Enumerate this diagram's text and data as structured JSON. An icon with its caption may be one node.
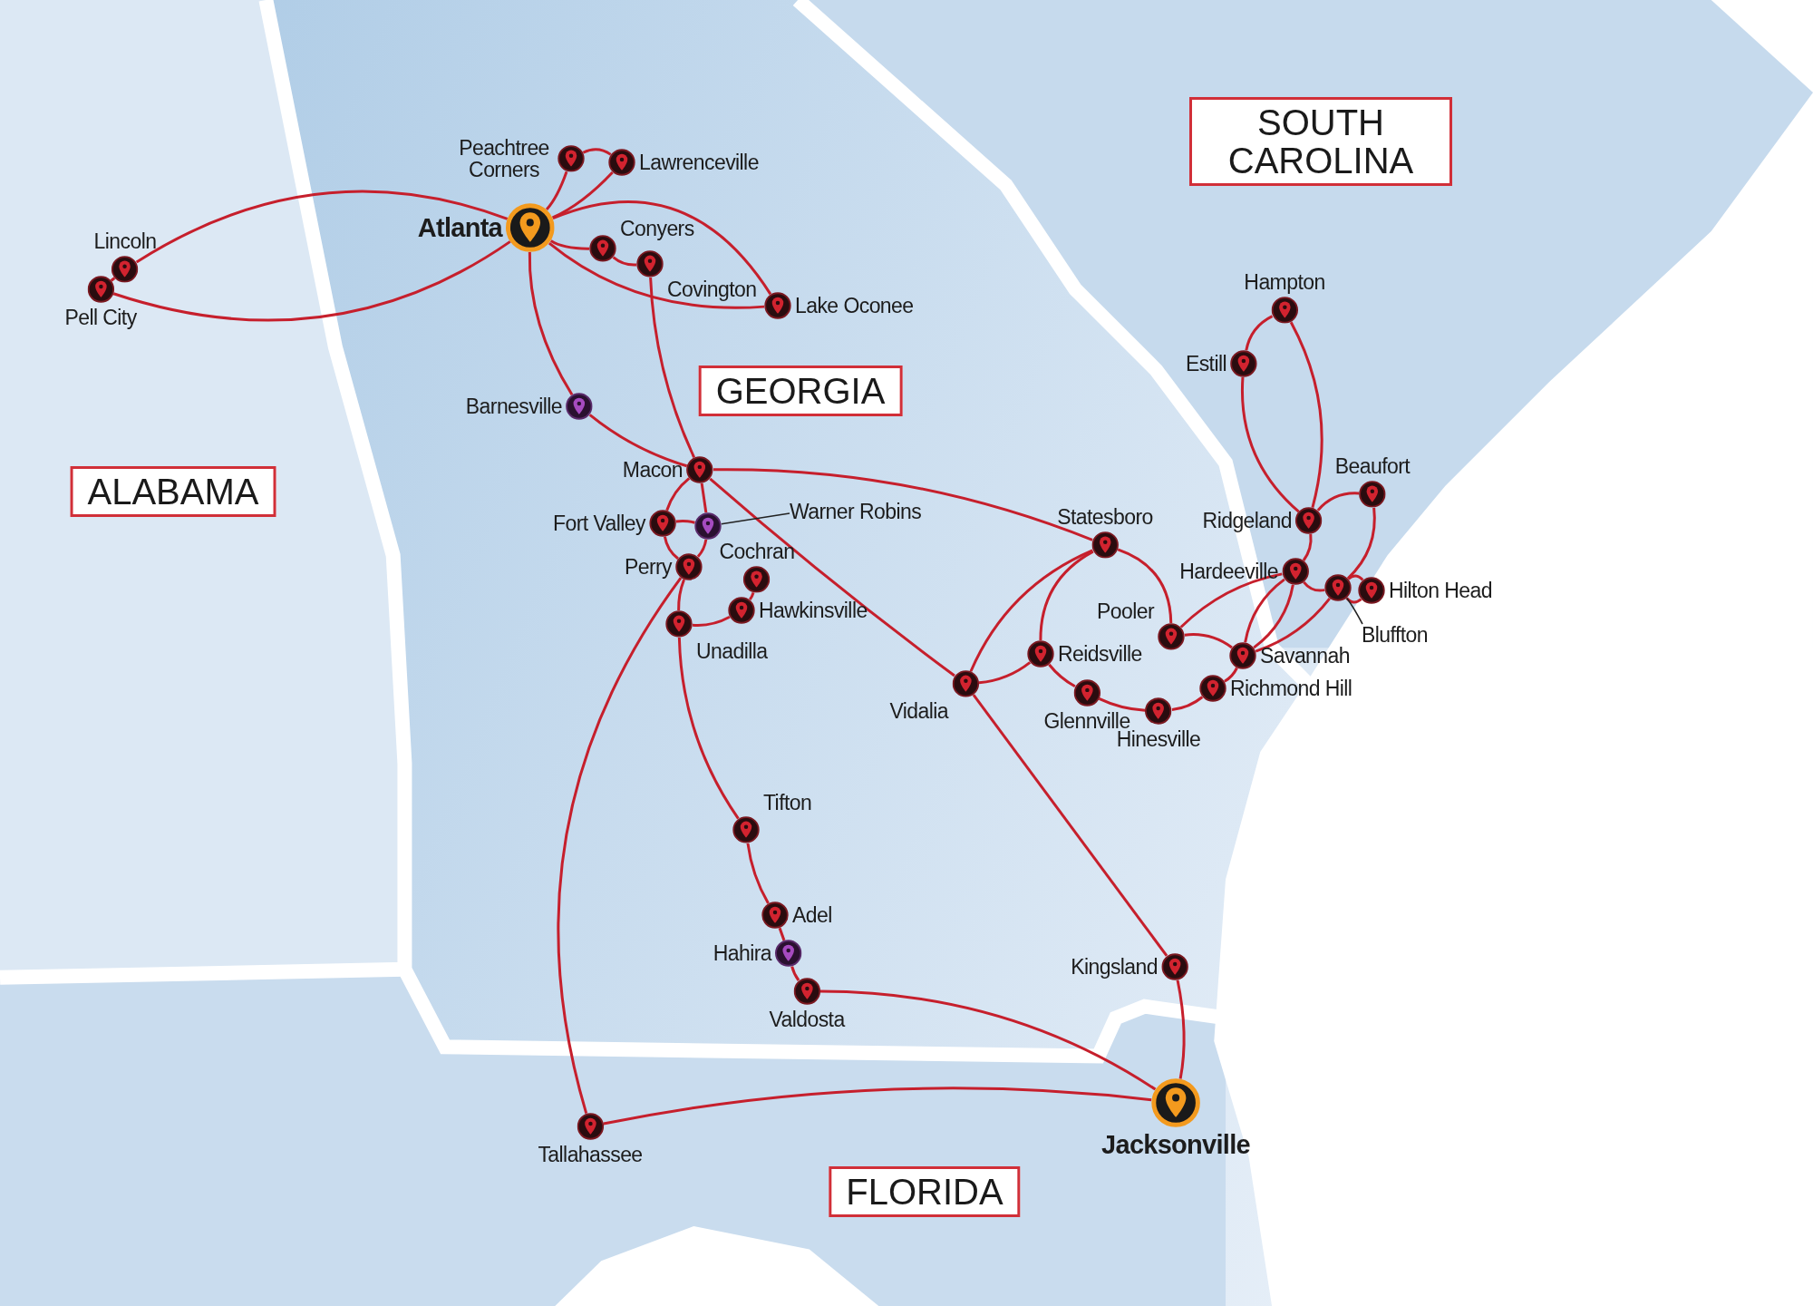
{
  "diagram": {
    "nodes": [
      {
        "text": [
          "Atlanta"
        ]
      },
      {
        "text": [
          "Peachtree Corners"
        ]
      },
      {
        "text": [
          "Lawrenceville"
        ]
      },
      {
        "text": [
          "Lincoln"
        ]
      },
      {
        "text": [
          "Pell City"
        ]
      },
      {
        "text": [
          "Conyers"
        ]
      },
      {
        "text": [
          "Covington"
        ]
      },
      {
        "text": [
          "Lake Oconee"
        ]
      },
      {
        "text": [
          "Barnesville"
        ]
      },
      {
        "text": [
          "Macon"
        ]
      },
      {
        "text": [
          "Fort Valley"
        ]
      },
      {
        "text": [],
        "shape": "pin"
      },
      {
        "text": [
          "Perry"
        ]
      },
      {
        "text": [
          "Cochran"
        ]
      },
      {
        "text": [
          "Hawkinsville"
        ]
      },
      {
        "text": [
          "Unadilla"
        ]
      },
      {
        "text": [
          "Tifton"
        ]
      },
      {
        "text": [
          "Adel"
        ]
      },
      {
        "text": [
          "Hahira"
        ]
      },
      {
        "text": [
          "Valdosta"
        ]
      },
      {
        "text": [
          "Tallahassee"
        ]
      },
      {
        "text": [
          "Jacksonville"
        ]
      },
      {
        "text": [
          "Kingsland"
        ]
      },
      {
        "text": [
          "Vidalia"
        ]
      },
      {
        "text": [
          "Statesboro"
        ]
      },
      {
        "text": [
          "Reidsville"
        ]
      },
      {
        "text": [
          "Glennville"
        ]
      },
      {
        "text": [
          "Hinesville"
        ]
      },
      {
        "text": [
          "Richmond Hill"
        ]
      },
      {
        "text": [
          "Savannah"
        ]
      },
      {
        "text": [
          "Pooler"
        ]
      },
      {
        "text": [
          "Hardeeville"
        ]
      },
      {
        "text": [
          "Ridgeland"
        ]
      },
      {
        "text": [
          "Beaufort"
        ]
      },
      {
        "text": [],
        "shape": "pin"
      },
      {
        "text": [
          "Hilton Head"
        ]
      },
      {
        "text": [
          "Hampton"
        ]
      },
      {
        "text": [
          "Estill"
        ]
      },
      {
        "text": [
          "Warner Robins"
        ]
      },
      {
        "text": [
          "Bluffton"
        ]
      },
      {
        "text": [
          "SOUTH CAROLINA"
        ]
      },
      {
        "text": [
          "GEORGIA"
        ]
      },
      {
        "text": [
          "ALABAMA"
        ]
      },
      {
        "text": [
          "FLORIDA"
        ]
      }
    ],
    "edges": [
      {
        "from": 0,
        "to": 1,
        "arrow": "none"
      },
      {
        "from": 1,
        "to": 2,
        "arrow": "none"
      },
      {
        "from": 0,
        "to": 2,
        "arrow": "none"
      },
      {
        "from": 0,
        "to": 3,
        "arrow": "none"
      },
      {
        "from": 0,
        "to": 4,
        "arrow": "none"
      },
      {
        "from": 3,
        "to": 4,
        "arrow": "none"
      },
      {
        "from": 0,
        "to": 5,
        "arrow": "none"
      },
      {
        "from": 5,
        "to": 6,
        "arrow": "none"
      },
      {
        "from": 6,
        "to": 9,
        "arrow": "none"
      },
      {
        "from": 0,
        "to": 7,
        "arrow": "none"
      },
      {
        "from": 0,
        "to": 7,
        "arrow": "none"
      },
      {
        "from": 0,
        "to": 8,
        "arrow": "none"
      },
      {
        "from": 8,
        "to": 9,
        "arrow": "none"
      },
      {
        "from": 9,
        "to": 10,
        "arrow": "none"
      },
      {
        "from": 9,
        "to": 11,
        "arrow": "none"
      },
      {
        "from": 10,
        "to": 11,
        "arrow": "none"
      },
      {
        "from": 10,
        "to": 12,
        "arrow": "none"
      },
      {
        "from": 11,
        "to": 12,
        "arrow": "none"
      },
      {
        "from": 12,
        "to": 15,
        "arrow": "none"
      },
      {
        "from": 12,
        "to": 20,
        "arrow": "none"
      },
      {
        "from": 15,
        "to": 14,
        "arrow": "none"
      },
      {
        "from": 14,
        "to": 13,
        "arrow": "none"
      },
      {
        "from": 15,
        "to": 16,
        "arrow": "none"
      },
      {
        "from": 16,
        "to": 17,
        "arrow": "none"
      },
      {
        "from": 17,
        "to": 18,
        "arrow": "none"
      },
      {
        "from": 18,
        "to": 19,
        "arrow": "none"
      },
      {
        "from": 19,
        "to": 21,
        "arrow": "none"
      },
      {
        "from": 20,
        "to": 21,
        "arrow": "none"
      },
      {
        "from": 22,
        "to": 21,
        "arrow": "none"
      },
      {
        "from": 9,
        "to": 23,
        "arrow": "none"
      },
      {
        "from": 23,
        "to": 22,
        "arrow": "none"
      },
      {
        "from": 9,
        "to": 24,
        "arrow": "none"
      },
      {
        "from": 23,
        "to": 24,
        "arrow": "none"
      },
      {
        "from": 23,
        "to": 25,
        "arrow": "none"
      },
      {
        "from": 24,
        "to": 25,
        "arrow": "none"
      },
      {
        "from": 24,
        "to": 30,
        "arrow": "none"
      },
      {
        "from": 25,
        "to": 26,
        "arrow": "none"
      },
      {
        "from": 26,
        "to": 27,
        "arrow": "none"
      },
      {
        "from": 27,
        "to": 28,
        "arrow": "none"
      },
      {
        "from": 28,
        "to": 29,
        "arrow": "none"
      },
      {
        "from": 30,
        "to": 29,
        "arrow": "none"
      },
      {
        "from": 30,
        "to": 31,
        "arrow": "none"
      },
      {
        "from": 29,
        "to": 31,
        "arrow": "none"
      },
      {
        "from": 29,
        "to": 31,
        "arrow": "none"
      },
      {
        "from": 29,
        "to": 34,
        "arrow": "none"
      },
      {
        "from": 31,
        "to": 32,
        "arrow": "none"
      },
      {
        "from": 31,
        "to": 34,
        "arrow": "none"
      },
      {
        "from": 32,
        "to": 33,
        "arrow": "none"
      },
      {
        "from": 33,
        "to": 34,
        "arrow": "none"
      },
      {
        "from": 34,
        "to": 35,
        "arrow": "none"
      },
      {
        "from": 34,
        "to": 35,
        "arrow": "none"
      },
      {
        "from": 32,
        "to": 37,
        "arrow": "none"
      },
      {
        "from": 37,
        "to": 36,
        "arrow": "none"
      },
      {
        "from": 36,
        "to": 32,
        "arrow": "none"
      },
      {
        "from": 38,
        "to": 11,
        "arrow": "none",
        "color": "#222222"
      },
      {
        "from": 39,
        "to": 34,
        "arrow": "none",
        "color": "#222222"
      }
    ]
  }
}
